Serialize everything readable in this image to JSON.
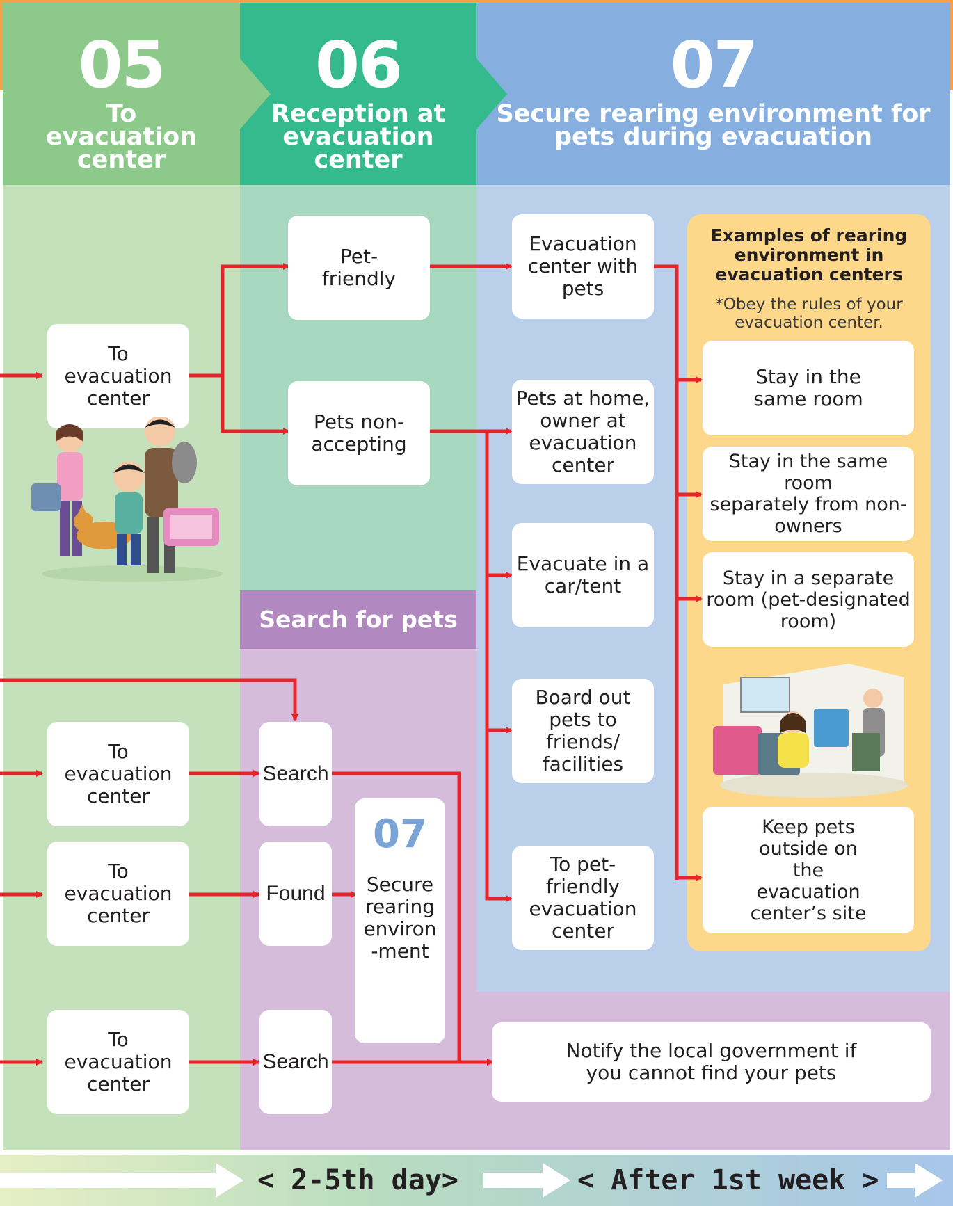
{
  "header": {
    "step05": {
      "number": "05",
      "title": "To\nevacuation\ncenter"
    },
    "step06": {
      "number": "06",
      "title": "Reception at\nevacuation\ncenter"
    },
    "step07": {
      "number": "07",
      "title": "Secure rearing environment for\npets during evacuation"
    }
  },
  "column05": {
    "to_center_top": "To\nevacuation\ncenter",
    "to_center_1": "To\nevacuation\ncenter",
    "to_center_2": "To\nevacuation\ncenter",
    "to_center_3": "To\nevacuation\ncenter"
  },
  "column06": {
    "pet_friendly": "Pet-\nfriendly",
    "pets_non_accepting": "Pets non-\naccepting",
    "search_section_title": "Search for pets",
    "search_1": "Search",
    "found": "Found",
    "search_2": "Search",
    "ref_number": "07",
    "ref_text": "Secure\nrearing\nenviron\n-ment"
  },
  "column07": {
    "evac_with_pets": "Evacuation\ncenter with\npets",
    "pets_home_owner_center": "Pets at home,\nowner at\nevacuation\ncenter",
    "evacuate_car_tent": "Evacuate in a\ncar/tent",
    "board_out": "Board out\npets to\nfriends/\nfacilities",
    "to_pet_friendly": "To pet-\nfriendly\nevacuation\ncenter",
    "notify": "Notify the local government if\nyou cannot find your pets"
  },
  "examples_panel": {
    "title": "Examples of rearing\nenvironment in\nevacuation centers",
    "note": "*Obey the rules of your\nevacuation center.",
    "options": [
      "Stay in the\nsame room",
      "Stay in the same room\nseparately from non-\nowners",
      "Stay in a separate\nroom (pet-designated\nroom)",
      "Keep pets\noutside on\nthe\nevacuation\ncenter’s site"
    ]
  },
  "timeline": {
    "phase1": "< 2-5th day>",
    "phase2": "< After 1st week >"
  },
  "colors": {
    "arrow": "#e8232a",
    "col05": "#8dc98a",
    "col06": "#35ba8e",
    "col07": "#86afe0",
    "search": "#b288c0",
    "panel": "#fed88a"
  }
}
